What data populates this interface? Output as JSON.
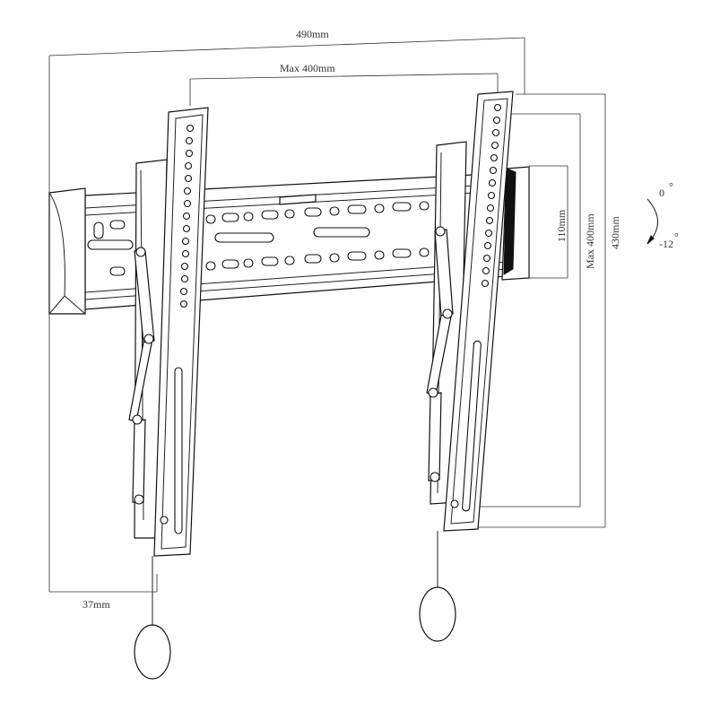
{
  "dimensions": {
    "overall_width": "490mm",
    "max_horizontal": "Max 400mm",
    "vertical_rail": "110mm",
    "max_vertical": "Max 400mm",
    "overall_height": "430mm",
    "wall_depth": "37mm"
  },
  "tilt": {
    "upper": "0",
    "lower": "-12"
  }
}
